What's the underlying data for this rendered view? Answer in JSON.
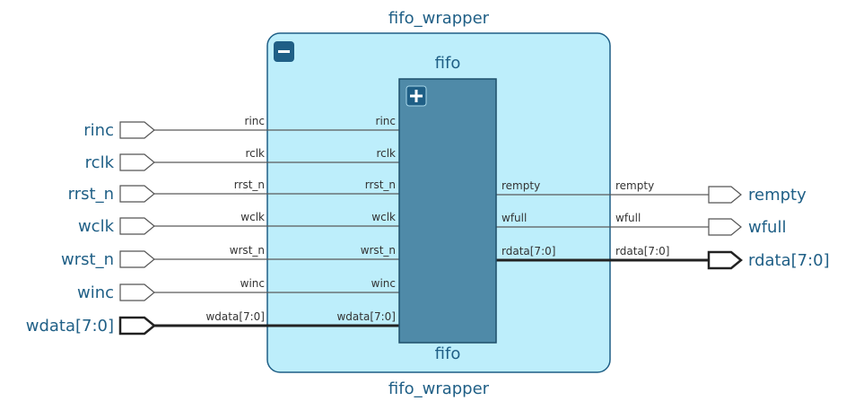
{
  "wrapper": {
    "name_top": "fifo_wrapper",
    "name_bottom": "fifo_wrapper",
    "collapse_symbol": "−"
  },
  "block": {
    "name_top": "fifo",
    "name_bottom": "fifo",
    "expand_symbol": "+"
  },
  "inputs": [
    {
      "label": "rinc",
      "wire_label": "rinc",
      "pin_label": "rinc",
      "bus": false
    },
    {
      "label": "rclk",
      "wire_label": "rclk",
      "pin_label": "rclk",
      "bus": false
    },
    {
      "label": "rrst_n",
      "wire_label": "rrst_n",
      "pin_label": "rrst_n",
      "bus": false
    },
    {
      "label": "wclk",
      "wire_label": "wclk",
      "pin_label": "wclk",
      "bus": false
    },
    {
      "label": "wrst_n",
      "wire_label": "wrst_n",
      "pin_label": "wrst_n",
      "bus": false
    },
    {
      "label": "winc",
      "wire_label": "winc",
      "pin_label": "winc",
      "bus": false
    },
    {
      "label": "wdata[7:0]",
      "wire_label": "wdata[7:0]",
      "pin_label": "wdata[7:0]",
      "bus": true
    }
  ],
  "outputs": [
    {
      "label": "rempty",
      "wire_label": "rempty",
      "pin_label": "rempty",
      "bus": false
    },
    {
      "label": "wfull",
      "wire_label": "wfull",
      "pin_label": "wfull",
      "bus": false
    },
    {
      "label": "rdata[7:0]",
      "wire_label": "rdata[7:0]",
      "pin_label": "rdata[7:0]",
      "bus": true
    }
  ],
  "colors": {
    "wrapper_fill": "#bdeefb",
    "wrapper_stroke": "#1f5f86",
    "block_fill": "#4f8aa8",
    "block_stroke": "#1f4f6b",
    "button_fill": "#1f5f86",
    "text": "#1f5f86"
  }
}
